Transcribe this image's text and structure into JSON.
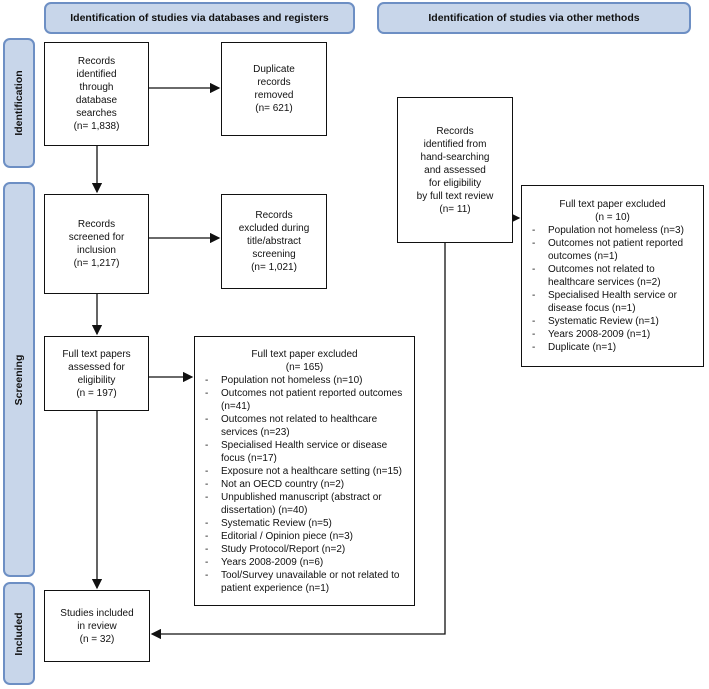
{
  "headers": {
    "databases": "Identification of studies via databases and registers",
    "other": "Identification of studies via other methods"
  },
  "stages": {
    "identification": "Identification",
    "screening": "Screening",
    "included": "Included"
  },
  "boxes": {
    "records_identified": [
      "Records",
      "identified",
      "through",
      "database",
      "searches",
      "(n= 1,838)"
    ],
    "duplicates_removed": [
      "Duplicate",
      "records",
      "removed",
      "(n= 621)"
    ],
    "records_screened": [
      "Records",
      "screened for",
      "inclusion",
      "(n= 1,217)"
    ],
    "records_excluded": [
      "Records",
      "excluded during",
      "title/abstract",
      "screening",
      "(n= 1,021)"
    ],
    "full_text_assessed": [
      "Full text papers",
      "assessed for",
      "eligibility",
      "(n = 197)"
    ],
    "studies_included": [
      "Studies included",
      "in review",
      "(n = 32)"
    ],
    "hand_search": [
      "Records",
      "identified from",
      "hand-searching",
      "and assessed",
      "for eligibility",
      "by full text review",
      "(n= 11)"
    ]
  },
  "exclusion_main": {
    "title": "Full text paper excluded",
    "total": "(n= 165)",
    "items": [
      "Population not homeless (n=10)",
      "Outcomes not patient reported outcomes (n=41)",
      "Outcomes not related to healthcare services (n=23)",
      "Specialised Health service or disease focus (n=17)",
      "Exposure not a healthcare setting (n=15)",
      "Not an OECD country (n=2)",
      "Unpublished manuscript (abstract or dissertation) (n=40)",
      "Systematic Review (n=5)",
      "Editorial / Opinion piece (n=3)",
      "Study Protocol/Report (n=2)",
      "Years 2008-2009 (n=6)",
      "Tool/Survey unavailable or not related to patient experience (n=1)"
    ]
  },
  "exclusion_other": {
    "title": "Full text paper excluded",
    "total": "(n = 10)",
    "items": [
      "Population not homeless (n=3)",
      "Outcomes not patient reported outcomes (n=1)",
      "Outcomes not related to healthcare services (n=2)",
      "Specialised Health service or disease focus (n=1)",
      "Systematic Review (n=1)",
      "Years 2008-2009 (n=1)",
      "Duplicate (n=1)"
    ]
  }
}
